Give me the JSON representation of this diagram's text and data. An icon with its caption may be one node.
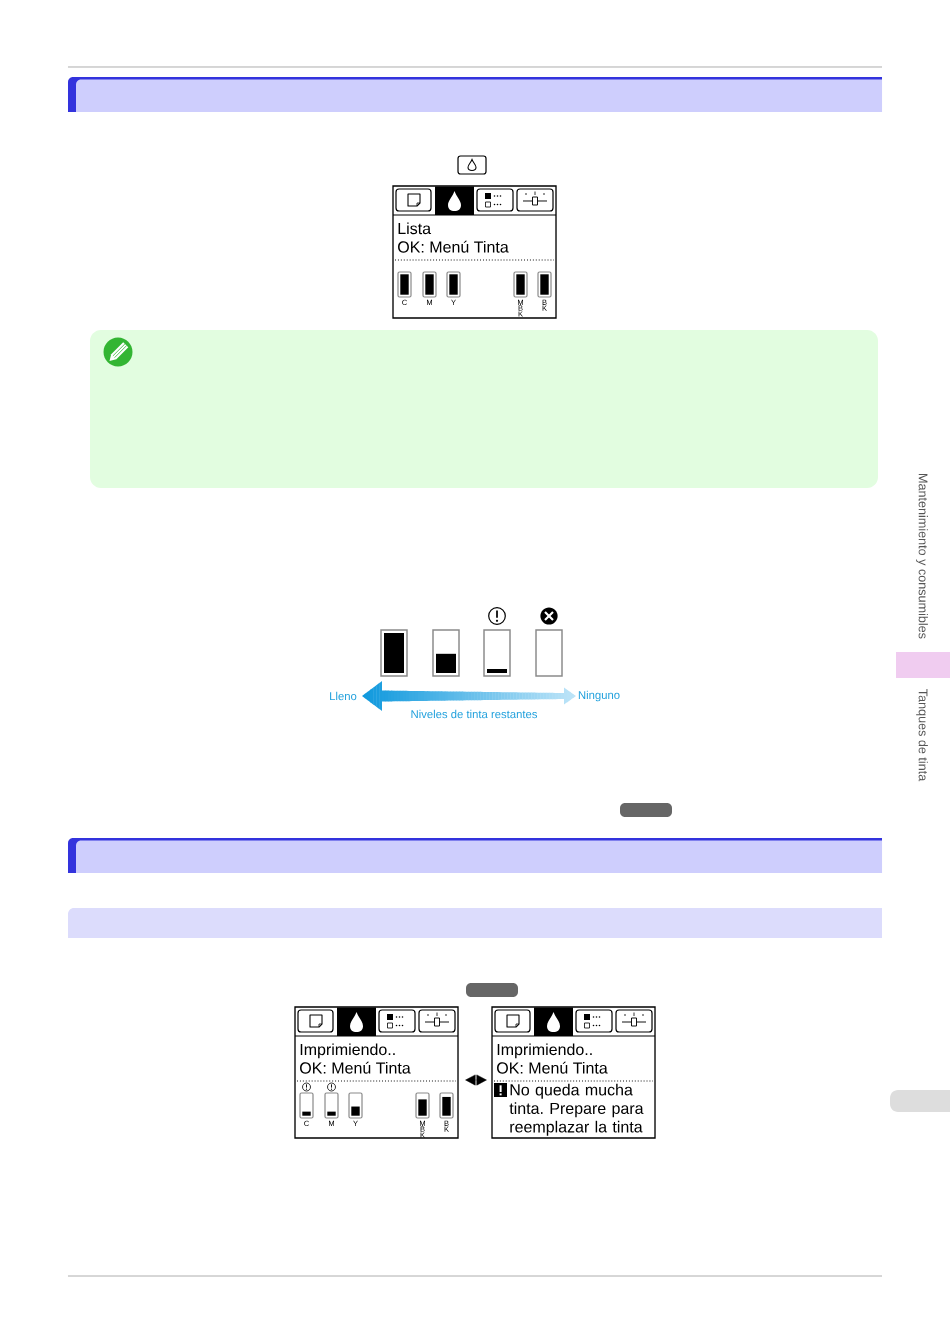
{
  "diagram": {
    "nodes": [
      {
        "text": [
          "Lista",
          "OK: Menú Tinta",
          "C",
          "M",
          "Y",
          "M B K",
          "B K"
        ]
      },
      {
        "text": [
          "Imprimiendo..",
          "OK: Menú Tinta",
          "C",
          "M",
          "Y",
          "M B K",
          "B K"
        ]
      },
      {
        "text": [
          "Imprimiendo..",
          "OK: Menú Tinta",
          "No queda mucha tinta. Prepare para reemplazar la tinta"
        ]
      }
    ],
    "edges": [
      {
        "from": 1,
        "to": 2,
        "arrow": "both"
      }
    ],
    "labels": [
      "Lleno",
      "Ninguno",
      "Niveles de tinta restantes",
      "Mantenimiento y consumibles",
      "Tanques de tinta"
    ]
  }
}
